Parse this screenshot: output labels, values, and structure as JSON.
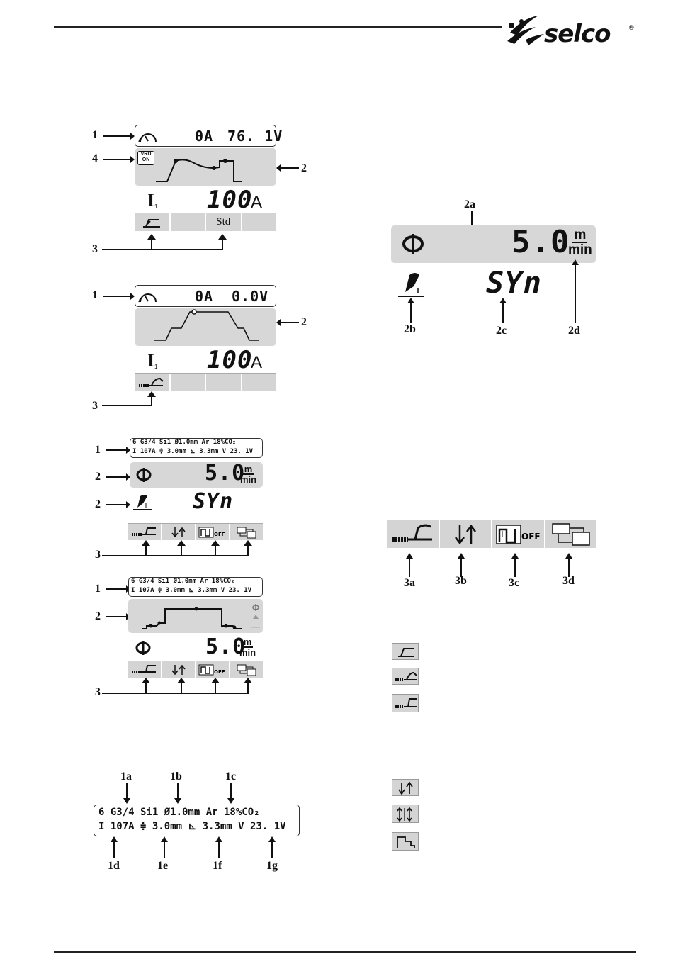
{
  "brand": {
    "logo_text": "selco",
    "registered_mark": "®"
  },
  "callouts": {
    "one": "1",
    "two": "2",
    "three": "3",
    "four": "4",
    "one_a": "1a",
    "one_b": "1b",
    "one_c": "1c",
    "one_d": "1d",
    "one_e": "1e",
    "one_f": "1f",
    "one_g": "1g",
    "two_a": "2a",
    "two_b": "2b",
    "two_c": "2c",
    "two_d": "2d",
    "three_a": "3a",
    "three_b": "3b",
    "three_c": "3c",
    "three_d": "3d"
  },
  "display1": {
    "status_current": "0A",
    "status_voltage": "76. 1V",
    "vrd_line1": "VRD",
    "vrd_line2": "ON",
    "param_symbol": "I",
    "param_sub": "1",
    "param_value": "100",
    "param_unit": "A",
    "tab2_label": "Std"
  },
  "display2": {
    "status_current": "0A",
    "status_voltage": "0.0V",
    "param_symbol": "I",
    "param_sub": "1",
    "param_value": "100",
    "param_unit": "A"
  },
  "synergy_info": {
    "line1": "6 G3/4 Si1  Ø1.0mm  Ar 18%CO₂",
    "line2": "I 107A ≑ 3.0mm ⊾ 3.3mm V 23. 1V"
  },
  "display3": {
    "wire_speed_value": "5.0",
    "wire_speed_unit_num": "m",
    "wire_speed_unit_den": "min",
    "syn_value": "SYn"
  },
  "display4": {
    "wire_speed_value": "5.0",
    "wire_speed_unit_num": "m",
    "wire_speed_unit_den": "min"
  },
  "detail_status": {
    "line1": "6 G3/4 Si1  Ø1.0mm  Ar 18%CO₂",
    "line2": "I 107A ≑ 3.0mm ⊾ 3.3mm V 23. 1V"
  },
  "detail_speed": {
    "value": "5.0",
    "unit_num": "m",
    "unit_den": "min",
    "syn_value": "SYn"
  },
  "detail_tabs": {
    "off_label": "OFF"
  }
}
